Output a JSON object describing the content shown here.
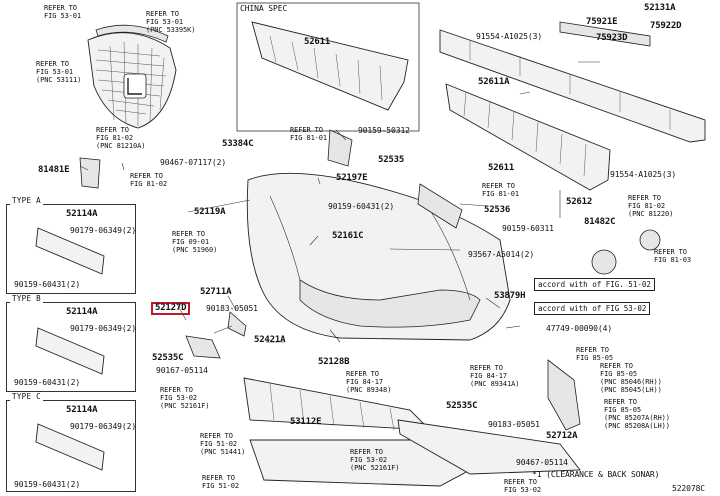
{
  "labels": {
    "ref_53_01_a": "REFER TO",
    "ref_53_01_b": "FIG 53-01",
    "ref_53_01c_a": "REFER TO",
    "ref_53_01c_b": "FIG 53-01",
    "ref_53_01c_c": "(PNC 53395K)",
    "ref_53111_a": "REFER TO",
    "ref_53111_b": "FIG 53-01",
    "ref_53111_c": "(PNC 53111)",
    "ref_81_02a_a": "REFER TO",
    "ref_81_02a_b": "FIG 81-02",
    "ref_81_02a_c": "(PNC 81210A)",
    "p_81481e": "81481E",
    "p_90467_07117": "90467-07117(2)",
    "ref_81_02b_a": "REFER TO",
    "ref_81_02b_b": "FIG 81-02",
    "china_spec": "CHINA SPEC",
    "p_52611_china": "52611",
    "p_91554_3a": "91554-A1025(3)",
    "p_75921e": "75921E",
    "p_52131a": "52131A",
    "p_75923d": "75923D",
    "p_75922d": "75922D",
    "p_52611a": "52611A",
    "p_53384c": "53384C",
    "ref_81_01a_a": "REFER TO",
    "ref_81_01a_b": "FIG 81-01",
    "p_90159_50312": "90159-50312",
    "p_52535": "52535",
    "p_52197e": "52197E",
    "p_52611": "52611",
    "p_91554_3b": "91554-A1025(3)",
    "ref_81_01b_a": "REFER TO",
    "ref_81_01b_b": "FIG 81-01",
    "p_52119a": "52119A",
    "p_90159_60431_2": "90159-60431(2)",
    "p_52536": "52536",
    "p_52612": "52612",
    "ref_81_02c_a": "REFER TO",
    "ref_81_02c_b": "FIG 81-02",
    "ref_81_02c_c": "(PNC 81220)",
    "p_90159_60311": "90159-60311",
    "p_81482c": "81482C",
    "ref_09_01_a": "REFER TO",
    "ref_09_01_b": "FIG 09-01",
    "ref_09_01_c": "(PNC 51960)",
    "p_52161c": "52161C",
    "p_93567_a5014": "93567-A5014(2)",
    "ref_81_03_a": "REFER TO",
    "ref_81_03_b": "FIG 81-03",
    "accord_1": "accord with",
    "accord_1b": "of FIG. 51-02",
    "accord_2": "accord with",
    "accord_2b": "of FIG 53-02",
    "type_a": "TYPE A",
    "type_b": "TYPE B",
    "type_c": "TYPE C",
    "p_52114a_a": "52114A",
    "p_52114a_b": "52114A",
    "p_52114a_c": "52114A",
    "p_90179_a": "90179-06349(2)",
    "p_90179_b": "90179-06349(2)",
    "p_90179_c": "90179-06349(2)",
    "p_90159_a": "90159-60431(2)",
    "p_90159_b": "90159-60431(2)",
    "p_90159_c": "90159-60431(2)",
    "p_52711a": "52711A",
    "p_52127d": "52127D",
    "p_90183_a": "90183-05051",
    "p_53879h": "53879H",
    "p_47749": "47749-00090(4)",
    "p_52421a": "52421A",
    "p_52128b": "52128B",
    "p_52535c_a": "52535C",
    "ref_85_05a_a": "REFER TO",
    "ref_85_05a_b": "FIG 85-05",
    "p_90167": "90167-05114",
    "ref_84_17a_a": "REFER TO",
    "ref_84_17a_b": "FIG 84-17",
    "ref_84_17a_c": "(PNC 89348)",
    "ref_84_17b_a": "REFER TO",
    "ref_84_17b_b": "FIG 84-17",
    "ref_84_17b_c": "(PNC 89341A)",
    "ref_85_05b_a": "REFER TO",
    "ref_85_05b_b": "FIG 85-05",
    "ref_85_05b_c": "(PNC 85046(RH))",
    "ref_85_05b_d": "(PNC 85045(LH))",
    "ref_53_02a_a": "REFER TO",
    "ref_53_02a_b": "FIG 53-02",
    "ref_53_02a_c": "(PNC 52161F)",
    "p_53112e": "53112E",
    "p_52535c_b": "52535C",
    "p_90183_b": "90183-05051",
    "p_52712a": "52712A",
    "ref_85_05c_a": "REFER TO",
    "ref_85_05c_b": "FIG 85-05",
    "ref_85_05c_c": "(PNC 85207A(RH))",
    "ref_85_05c_d": "(PNC 85208A(LH))",
    "ref_51_02a_a": "REFER TO",
    "ref_51_02a_b": "FIG 51-02",
    "ref_51_02a_c": "(PNC 51441)",
    "ref_53_02b_a": "REFER TO",
    "ref_53_02b_b": "FIG 53-02",
    "ref_53_02b_c": "(PNC 52161F)",
    "p_90467_05114": "90467-05114",
    "clearance": "*1 (CLEARANCE & BACK SONAR)",
    "ref_51_02b_a": "REFER TO",
    "ref_51_02b_b": "FIG 51-02",
    "ref_53_02c_a": "REFER TO",
    "ref_53_02c_b": "FIG 53-02",
    "ref_code": "522078C"
  }
}
